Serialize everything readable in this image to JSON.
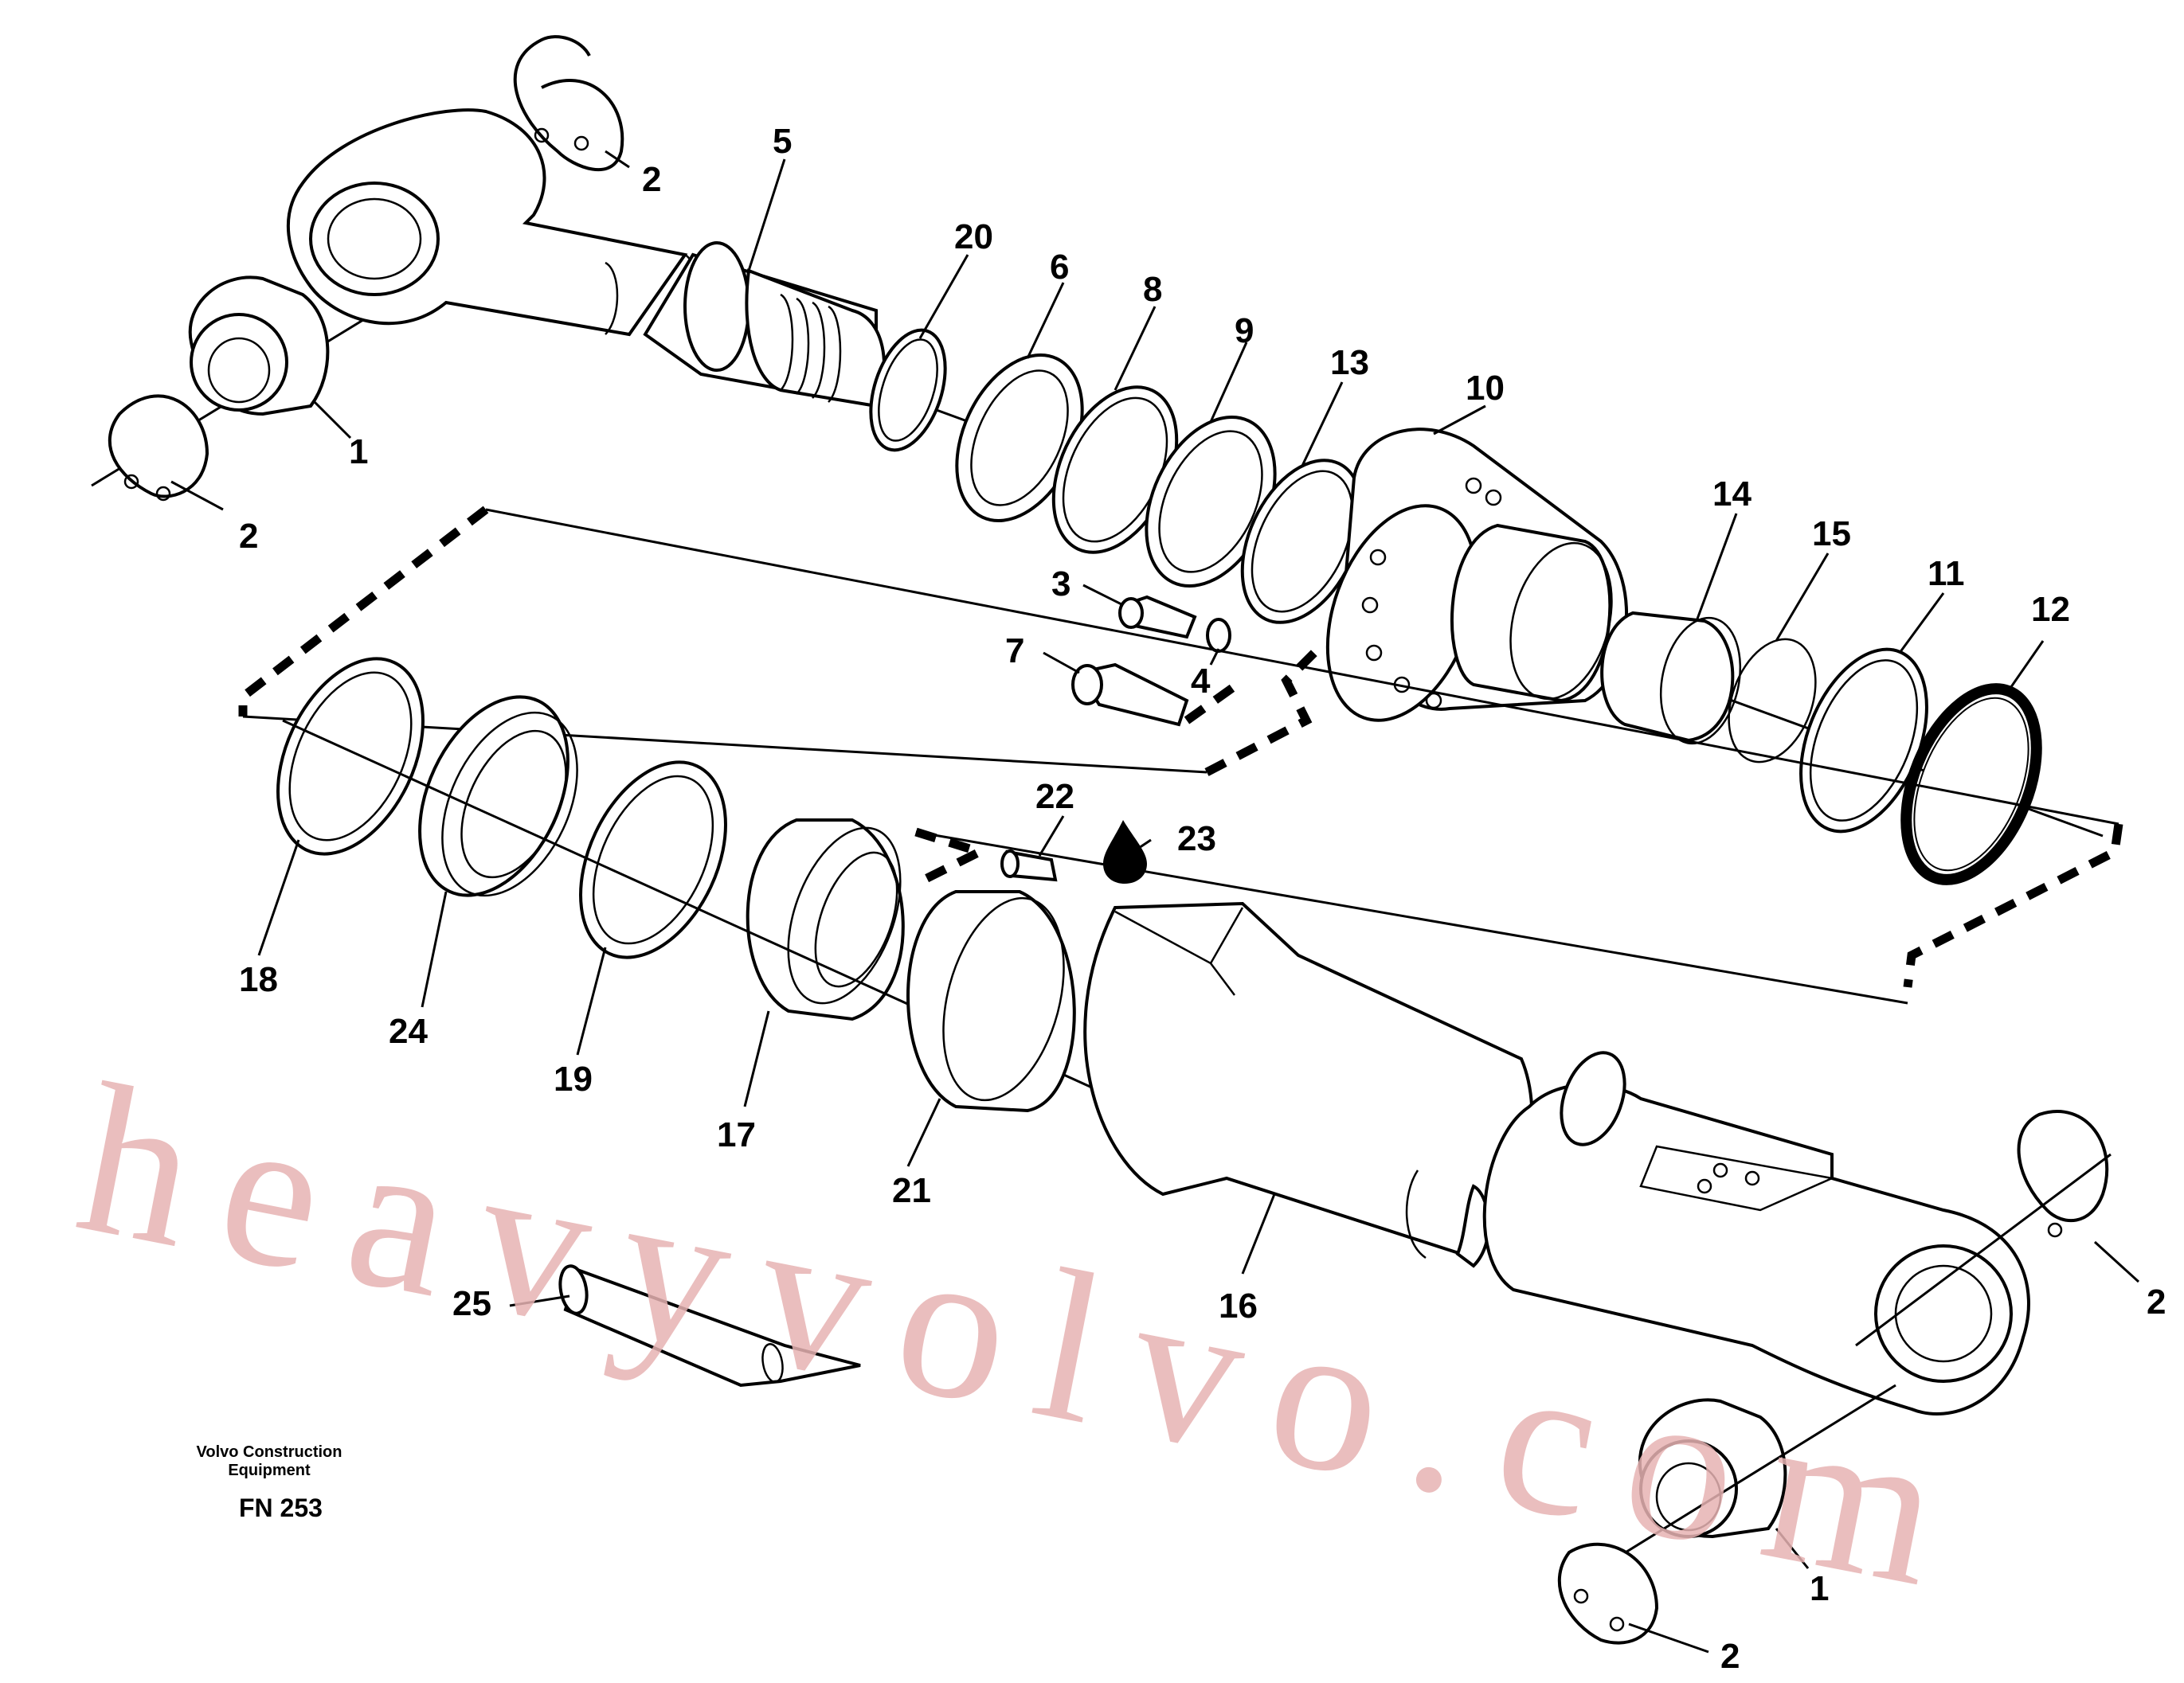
{
  "drawing": {
    "company_line1": "Volvo Construction",
    "company_line2": "Equipment",
    "figure_code": "FN 253",
    "watermark": "heavyvolvo.com"
  },
  "callouts": [
    {
      "id": "c2a",
      "text": "2"
    },
    {
      "id": "c1a",
      "text": "1"
    },
    {
      "id": "c2b",
      "text": "2"
    },
    {
      "id": "c5",
      "text": "5"
    },
    {
      "id": "c20",
      "text": "20"
    },
    {
      "id": "c6",
      "text": "6"
    },
    {
      "id": "c8",
      "text": "8"
    },
    {
      "id": "c9",
      "text": "9"
    },
    {
      "id": "c13",
      "text": "13"
    },
    {
      "id": "c10",
      "text": "10"
    },
    {
      "id": "c3",
      "text": "3"
    },
    {
      "id": "c4",
      "text": "4"
    },
    {
      "id": "c7",
      "text": "7"
    },
    {
      "id": "c14",
      "text": "14"
    },
    {
      "id": "c15",
      "text": "15"
    },
    {
      "id": "c11",
      "text": "11"
    },
    {
      "id": "c12",
      "text": "12"
    },
    {
      "id": "c22",
      "text": "22"
    },
    {
      "id": "c23",
      "text": "23"
    },
    {
      "id": "c18",
      "text": "18"
    },
    {
      "id": "c24",
      "text": "24"
    },
    {
      "id": "c19",
      "text": "19"
    },
    {
      "id": "c17",
      "text": "17"
    },
    {
      "id": "c21",
      "text": "21"
    },
    {
      "id": "c16",
      "text": "16"
    },
    {
      "id": "c25",
      "text": "25"
    },
    {
      "id": "c2c",
      "text": "2"
    },
    {
      "id": "c1b",
      "text": "1"
    },
    {
      "id": "c2d",
      "text": "2"
    }
  ]
}
